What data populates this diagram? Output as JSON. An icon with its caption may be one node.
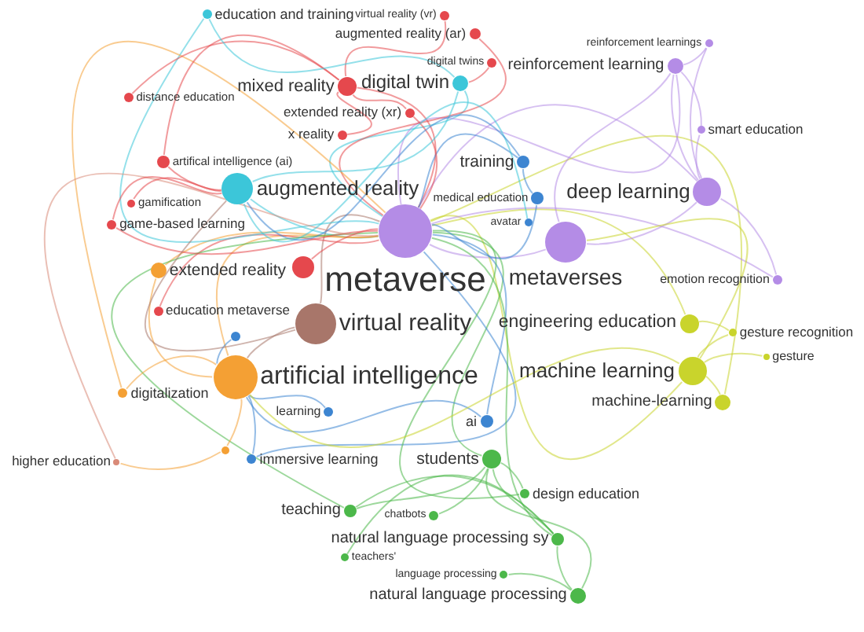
{
  "diagram": {
    "nodes": [
      {
        "text": [
          "education and training"
        ]
      },
      {
        "text": [
          "virtual reality (vr)"
        ]
      },
      {
        "text": [
          "augmented reality (ar)"
        ]
      },
      {
        "text": [
          "digital twins"
        ]
      },
      {
        "text": [
          "digital twin"
        ]
      },
      {
        "text": [
          "reinforcement learnings"
        ]
      },
      {
        "text": [
          "reinforcement learning"
        ]
      },
      {
        "text": [
          "mixed reality"
        ]
      },
      {
        "text": [
          "distance education"
        ]
      },
      {
        "text": [
          "extended reality (xr)"
        ]
      },
      {
        "text": [
          "x reality"
        ]
      },
      {
        "text": [
          "smart education"
        ]
      },
      {
        "text": [
          "training"
        ]
      },
      {
        "text": [
          "artifical intelligence (ai)"
        ]
      },
      {
        "text": [
          "augmented reality"
        ]
      },
      {
        "text": [
          "avatar"
        ]
      },
      {
        "text": [
          "medical education"
        ]
      },
      {
        "text": [
          "gamification"
        ]
      },
      {
        "text": [
          "game-based learning"
        ]
      },
      {
        "text": [
          "deep learning"
        ]
      },
      {
        "text": [
          "emotion recognition"
        ]
      },
      {
        "text": [
          "extended reality"
        ]
      },
      {
        "text": [],
        "shape": "circle"
      },
      {
        "text": [
          "metaverse"
        ]
      },
      {
        "text": [
          "metaverses"
        ]
      },
      {
        "text": [
          "education metaverse"
        ]
      },
      {
        "text": [
          "virtual reality"
        ]
      },
      {
        "text": [
          "engineering education"
        ]
      },
      {
        "text": [],
        "shape": "circle"
      },
      {
        "text": [
          "artificial intelligence"
        ]
      },
      {
        "text": [
          "learning"
        ]
      },
      {
        "text": [
          "machine learning"
        ]
      },
      {
        "text": [
          "gesture recognition"
        ]
      },
      {
        "text": [
          "gesture"
        ]
      },
      {
        "text": [
          "machine-learning"
        ]
      },
      {
        "text": [
          "digitalization"
        ]
      },
      {
        "text": [
          "ai"
        ]
      },
      {
        "text": [
          "higher education"
        ]
      },
      {
        "text": [],
        "shape": "circle"
      },
      {
        "text": [
          "immersive learning"
        ]
      },
      {
        "text": [
          "students"
        ]
      },
      {
        "text": [
          "teaching"
        ]
      },
      {
        "text": [
          "chatbots"
        ]
      },
      {
        "text": [
          "design education"
        ]
      },
      {
        "text": [
          "natural language processing sy"
        ]
      },
      {
        "text": [
          "teachers'"
        ]
      },
      {
        "text": [
          "language processing"
        ]
      },
      {
        "text": [
          "natural language processing"
        ]
      }
    ],
    "edges": [
      {
        "from": 23,
        "to": 14,
        "arrow": "none",
        "color": "#3cc6d9"
      },
      {
        "from": 23,
        "to": 29,
        "arrow": "none",
        "color": "#f4a034"
      },
      {
        "from": 23,
        "to": 24,
        "arrow": "none",
        "color": "#b48ce6"
      },
      {
        "from": 23,
        "to": 26,
        "arrow": "none",
        "color": "#a8766a"
      },
      {
        "from": 23,
        "to": 27,
        "arrow": "none",
        "color": "#c9d42c"
      },
      {
        "from": 23,
        "to": 31,
        "arrow": "none",
        "color": "#c9d42c"
      },
      {
        "from": 23,
        "to": 19,
        "arrow": "none",
        "color": "#b48ce6"
      },
      {
        "from": 23,
        "to": 7,
        "arrow": "none",
        "color": "#e5484d"
      },
      {
        "from": 23,
        "to": 4,
        "arrow": "none",
        "color": "#3cc6d9"
      },
      {
        "from": 23,
        "to": 12,
        "arrow": "none",
        "color": "#3d85d1"
      },
      {
        "from": 23,
        "to": 21,
        "arrow": "none",
        "color": "#f4a034"
      },
      {
        "from": 23,
        "to": 40,
        "arrow": "none",
        "color": "#4cb84a"
      },
      {
        "from": 23,
        "to": 39,
        "arrow": "none",
        "color": "#3d85d1"
      },
      {
        "from": 23,
        "to": 36,
        "arrow": "none",
        "color": "#3d85d1"
      },
      {
        "from": 23,
        "to": 25,
        "arrow": "none",
        "color": "#e5484d"
      },
      {
        "from": 23,
        "to": 44,
        "arrow": "none",
        "color": "#4cb84a"
      },
      {
        "from": 23,
        "to": 41,
        "arrow": "none",
        "color": "#4cb84a"
      },
      {
        "from": 23,
        "to": 6,
        "arrow": "none",
        "color": "#b48ce6"
      },
      {
        "from": 23,
        "to": 0,
        "arrow": "none",
        "color": "#3cc6d9"
      },
      {
        "from": 23,
        "to": 2,
        "arrow": "none",
        "color": "#e5484d"
      },
      {
        "from": 23,
        "to": 9,
        "arrow": "none",
        "color": "#e5484d"
      },
      {
        "from": 23,
        "to": 18,
        "arrow": "none",
        "color": "#e5484d"
      },
      {
        "from": 23,
        "to": 35,
        "arrow": "none",
        "color": "#f4a034"
      },
      {
        "from": 23,
        "to": 37,
        "arrow": "none",
        "color": "#d98a78"
      },
      {
        "from": 23,
        "to": 43,
        "arrow": "none",
        "color": "#4cb84a"
      },
      {
        "from": 23,
        "to": 34,
        "arrow": "none",
        "color": "#c9d42c"
      },
      {
        "from": 23,
        "to": 20,
        "arrow": "none",
        "color": "#b48ce6"
      },
      {
        "from": 23,
        "to": 16,
        "arrow": "none",
        "color": "#3d85d1"
      },
      {
        "from": 23,
        "to": 22,
        "arrow": "none",
        "color": "#e5484d"
      },
      {
        "from": 24,
        "to": 19,
        "arrow": "none",
        "color": "#b48ce6"
      },
      {
        "from": 24,
        "to": 31,
        "arrow": "none",
        "color": "#c9d42c"
      },
      {
        "from": 24,
        "to": 6,
        "arrow": "none",
        "color": "#b48ce6"
      },
      {
        "from": 5,
        "to": 6,
        "arrow": "none",
        "color": "#b48ce6"
      },
      {
        "from": 6,
        "to": 19,
        "arrow": "none",
        "color": "#b48ce6"
      },
      {
        "from": 5,
        "to": 19,
        "arrow": "none",
        "color": "#b48ce6"
      },
      {
        "from": 11,
        "to": 19,
        "arrow": "none",
        "color": "#b48ce6"
      },
      {
        "from": 11,
        "to": 6,
        "arrow": "none",
        "color": "#b48ce6"
      },
      {
        "from": 20,
        "to": 19,
        "arrow": "none",
        "color": "#b48ce6"
      },
      {
        "from": 32,
        "to": 31,
        "arrow": "none",
        "color": "#c9d42c"
      },
      {
        "from": 33,
        "to": 31,
        "arrow": "none",
        "color": "#c9d42c"
      },
      {
        "from": 34,
        "to": 31,
        "arrow": "none",
        "color": "#c9d42c"
      },
      {
        "from": 32,
        "to": 27,
        "arrow": "none",
        "color": "#c9d42c"
      },
      {
        "from": 8,
        "to": 7,
        "arrow": "none",
        "color": "#e5484d"
      },
      {
        "from": 13,
        "to": 7,
        "arrow": "none",
        "color": "#e5484d"
      },
      {
        "from": 1,
        "to": 7,
        "arrow": "none",
        "color": "#e5484d"
      },
      {
        "from": 10,
        "to": 7,
        "arrow": "none",
        "color": "#e5484d"
      },
      {
        "from": 9,
        "to": 7,
        "arrow": "none",
        "color": "#e5484d"
      },
      {
        "from": 3,
        "to": 4,
        "arrow": "none",
        "color": "#e5484d"
      },
      {
        "from": 17,
        "to": 14,
        "arrow": "none",
        "color": "#e5484d"
      },
      {
        "from": 18,
        "to": 14,
        "arrow": "none",
        "color": "#e5484d"
      },
      {
        "from": 13,
        "to": 14,
        "arrow": "none",
        "color": "#e5484d"
      },
      {
        "from": 0,
        "to": 4,
        "arrow": "none",
        "color": "#3cc6d9"
      },
      {
        "from": 4,
        "to": 14,
        "arrow": "none",
        "color": "#3cc6d9"
      },
      {
        "from": 15,
        "to": 14,
        "arrow": "none",
        "color": "#3cc6d9"
      },
      {
        "from": 12,
        "to": 16,
        "arrow": "none",
        "color": "#3d85d1"
      },
      {
        "from": 12,
        "to": 14,
        "arrow": "none",
        "color": "#3d85d1"
      },
      {
        "from": 36,
        "to": 29,
        "arrow": "none",
        "color": "#3d85d1"
      },
      {
        "from": 30,
        "to": 29,
        "arrow": "none",
        "color": "#3d85d1"
      },
      {
        "from": 28,
        "to": 29,
        "arrow": "none",
        "color": "#3d85d1"
      },
      {
        "from": 39,
        "to": 29,
        "arrow": "none",
        "color": "#3d85d1"
      },
      {
        "from": 37,
        "to": 38,
        "arrow": "none",
        "color": "#f4a034"
      },
      {
        "from": 38,
        "to": 29,
        "arrow": "none",
        "color": "#f4a034"
      },
      {
        "from": 35,
        "to": 29,
        "arrow": "none",
        "color": "#f4a034"
      },
      {
        "from": 21,
        "to": 29,
        "arrow": "none",
        "color": "#f4a034"
      },
      {
        "from": 26,
        "to": 29,
        "arrow": "none",
        "color": "#a8766a"
      },
      {
        "from": 26,
        "to": 14,
        "arrow": "none",
        "color": "#a8766a"
      },
      {
        "from": 41,
        "to": 40,
        "arrow": "none",
        "color": "#4cb84a"
      },
      {
        "from": 42,
        "to": 40,
        "arrow": "none",
        "color": "#4cb84a"
      },
      {
        "from": 43,
        "to": 40,
        "arrow": "none",
        "color": "#4cb84a"
      },
      {
        "from": 44,
        "to": 40,
        "arrow": "none",
        "color": "#4cb84a"
      },
      {
        "from": 45,
        "to": 44,
        "arrow": "none",
        "color": "#4cb84a"
      },
      {
        "from": 46,
        "to": 47,
        "arrow": "none",
        "color": "#4cb84a"
      },
      {
        "from": 47,
        "to": 40,
        "arrow": "none",
        "color": "#4cb84a"
      },
      {
        "from": 44,
        "to": 47,
        "arrow": "none",
        "color": "#4cb84a"
      },
      {
        "from": 41,
        "to": 44,
        "arrow": "none",
        "color": "#4cb84a"
      },
      {
        "from": 31,
        "to": 29,
        "arrow": "none",
        "color": "#c9d42c"
      }
    ]
  }
}
